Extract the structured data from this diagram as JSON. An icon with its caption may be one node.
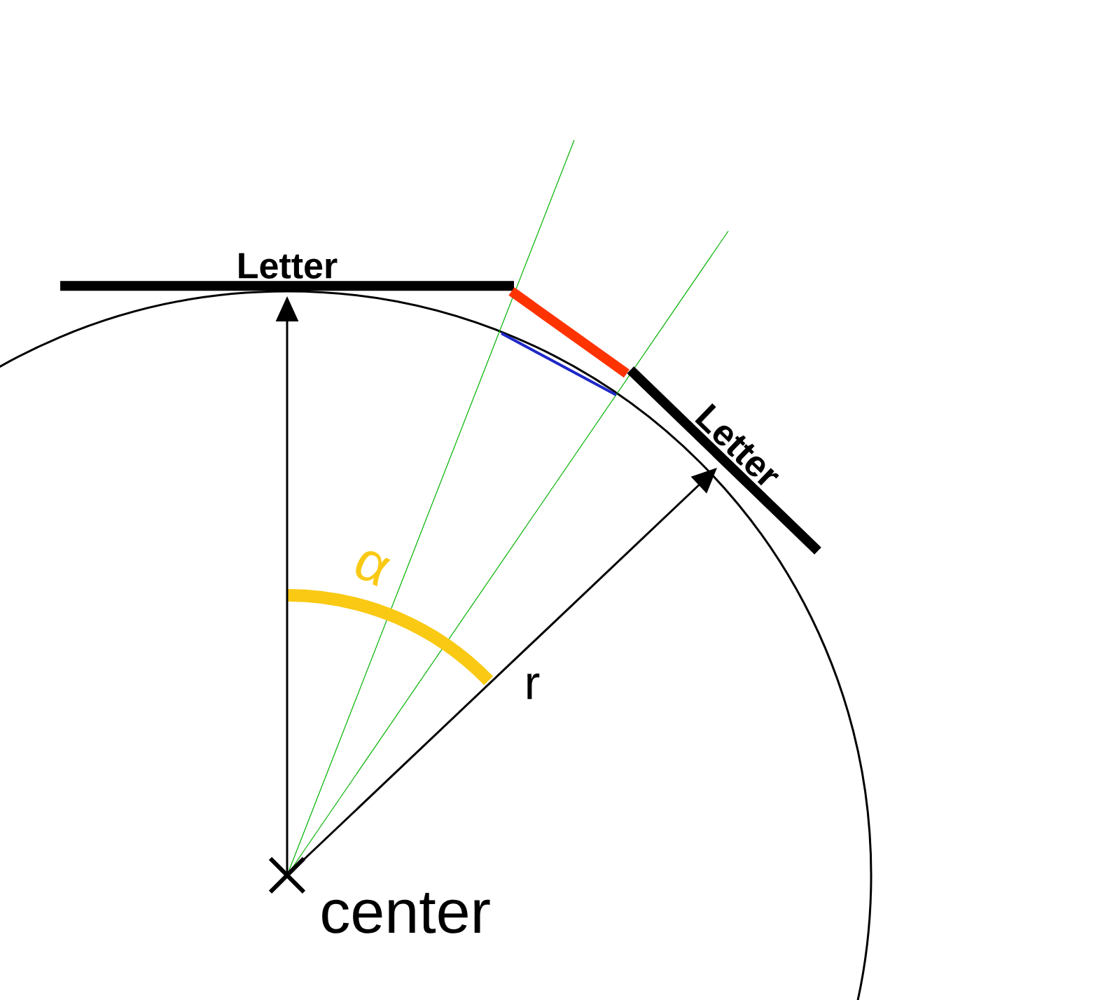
{
  "diagram": {
    "nodes": [
      {
        "text": [
          "center"
        ]
      },
      {
        "text": [
          "Letter"
        ]
      },
      {
        "text": [
          "Letter"
        ]
      }
    ],
    "edges": [
      {
        "from": 0,
        "to": 1,
        "arrow": "to"
      },
      {
        "from": 0,
        "to": 2,
        "arrow": "to"
      },
      {
        "from": 1,
        "to": 2,
        "arrow": "none",
        "style": "thick",
        "color": "#ff3300"
      }
    ],
    "labels": [
      "α",
      "r"
    ]
  }
}
